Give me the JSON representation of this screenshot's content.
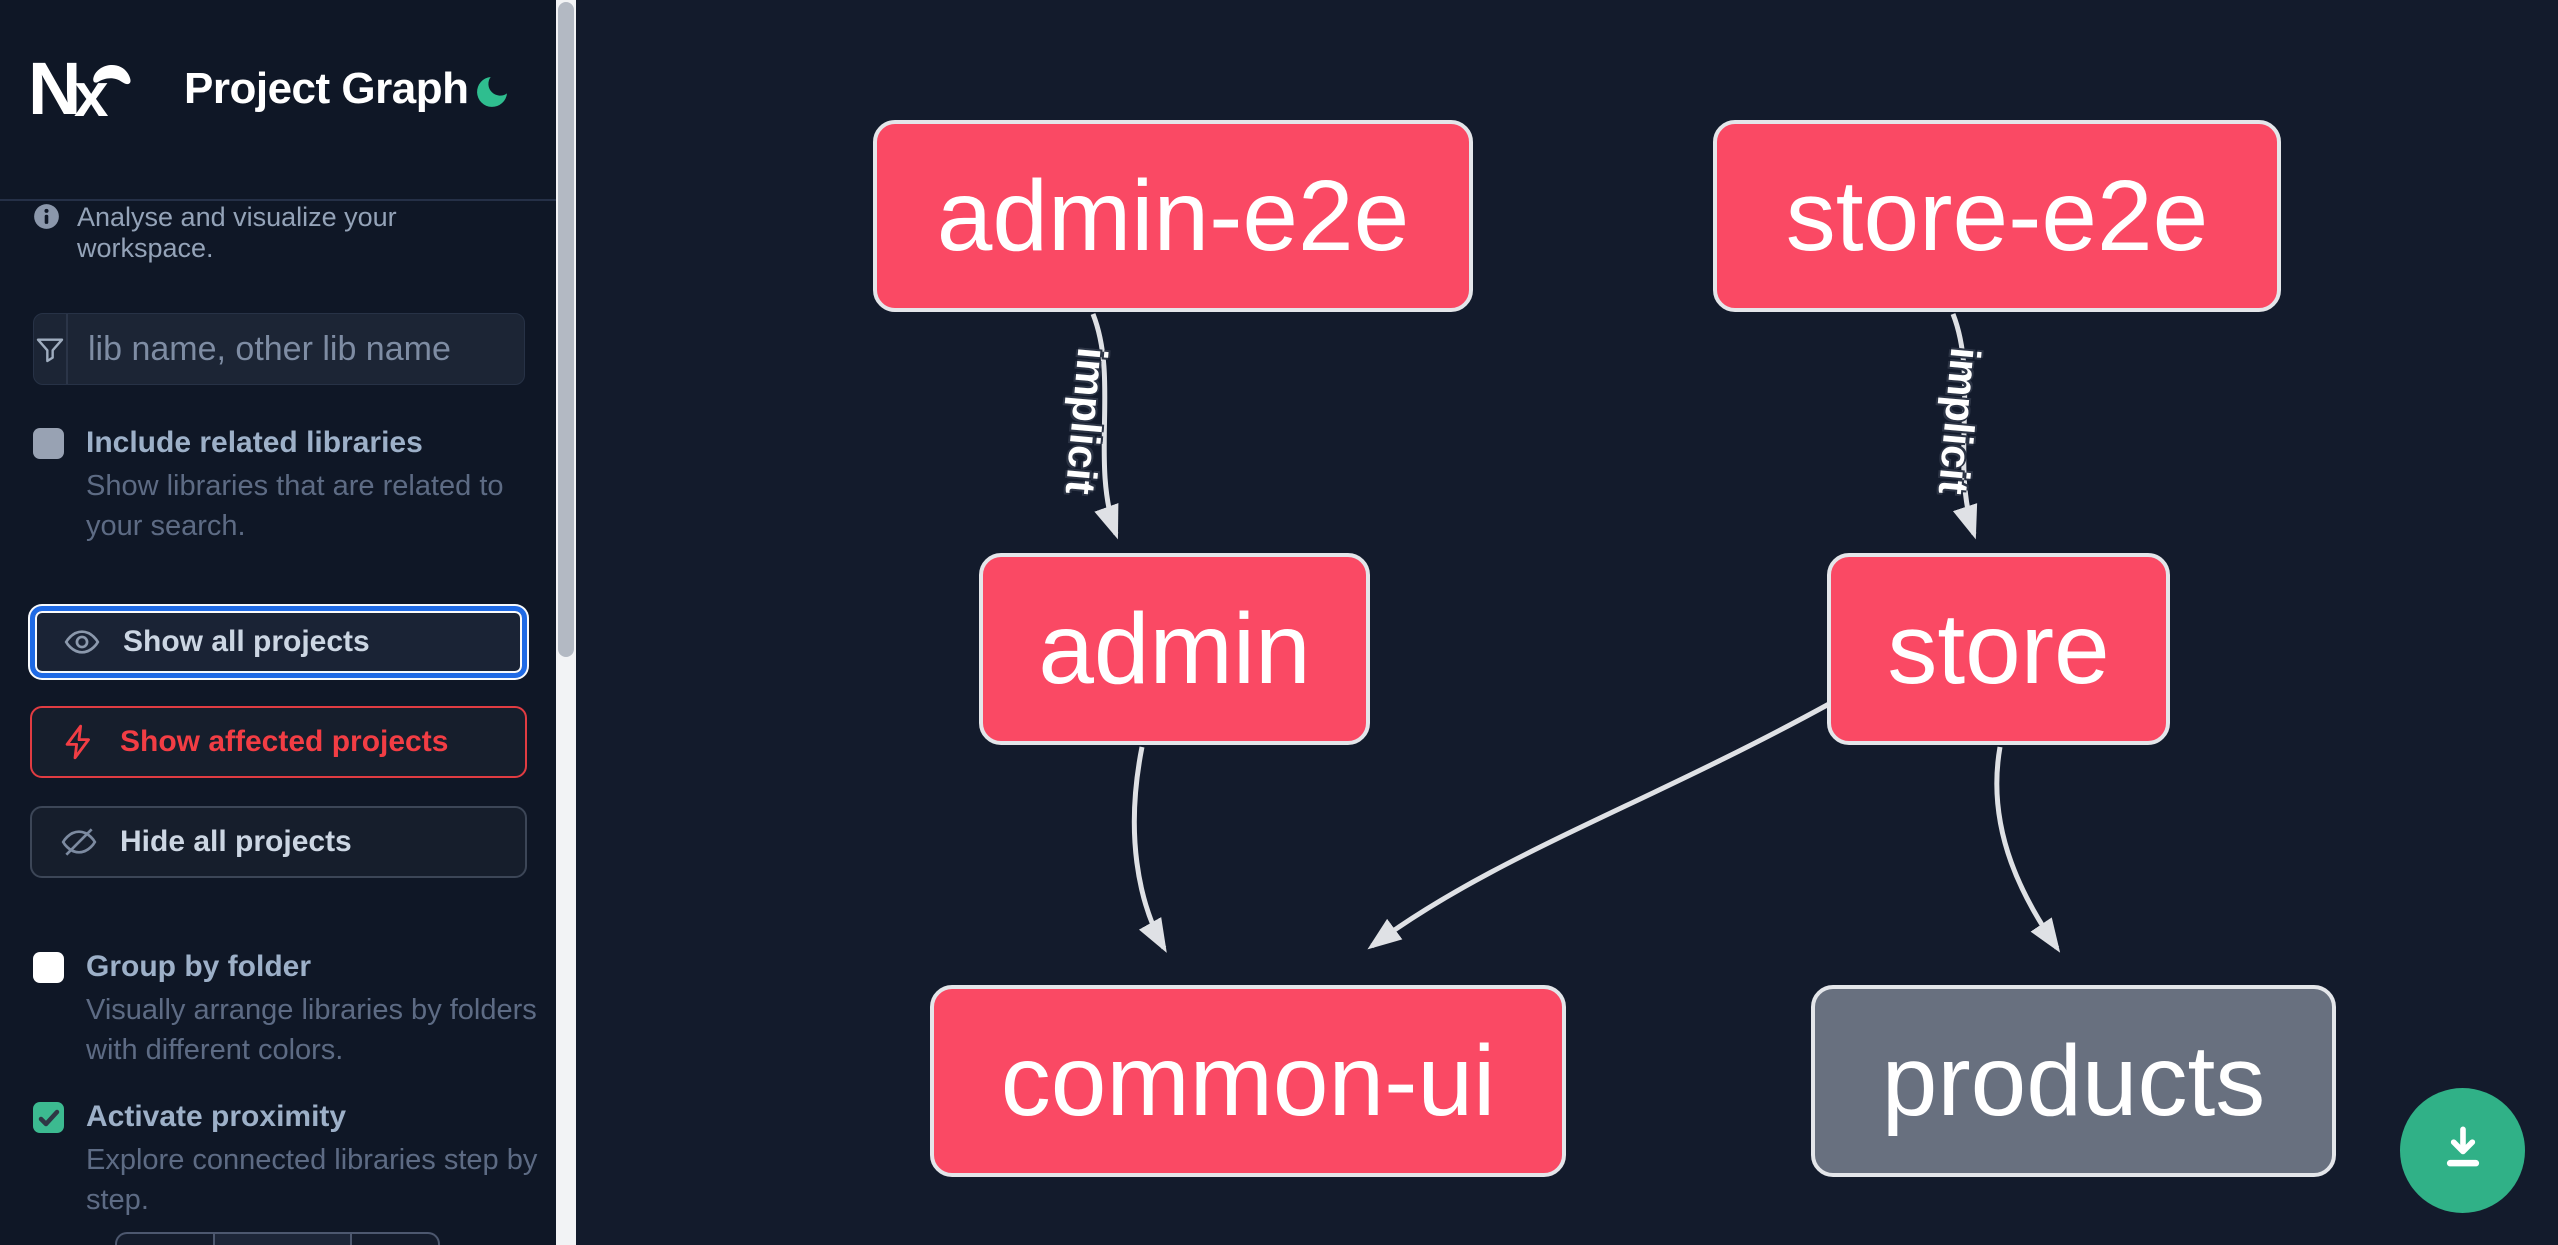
{
  "app": {
    "name": "Nx",
    "title": "Project Graph"
  },
  "sidebar": {
    "info_text": "Analyse and visualize your workspace.",
    "search": {
      "placeholder": "lib name, other lib name",
      "value": ""
    },
    "options": [
      {
        "label": "Include related libraries",
        "description": "Show libraries that are related to your search.",
        "checked": false
      },
      {
        "label": "Group by folder",
        "description": "Visually arrange libraries by folders with different colors.",
        "checked": false
      },
      {
        "label": "Activate proximity",
        "description": "Explore connected libraries step by step.",
        "checked": true
      }
    ],
    "buttons": [
      {
        "label": "Show all projects",
        "icon": "eye-icon",
        "state": "focused"
      },
      {
        "label": "Show affected projects",
        "icon": "bolt-icon",
        "state": "affected"
      },
      {
        "label": "Hide all projects",
        "icon": "eye-off-icon",
        "state": "default"
      }
    ]
  },
  "graph": {
    "nodes": [
      {
        "id": "admin-e2e",
        "label": "admin-e2e",
        "type": "affected"
      },
      {
        "id": "store-e2e",
        "label": "store-e2e",
        "type": "affected"
      },
      {
        "id": "admin",
        "label": "admin",
        "type": "affected"
      },
      {
        "id": "store",
        "label": "store",
        "type": "affected"
      },
      {
        "id": "common-ui",
        "label": "common-ui",
        "type": "affected"
      },
      {
        "id": "products",
        "label": "products",
        "type": "default"
      }
    ],
    "edges": [
      {
        "source": "admin-e2e",
        "target": "admin",
        "label": "implicit"
      },
      {
        "source": "store-e2e",
        "target": "store",
        "label": "implicit"
      },
      {
        "source": "admin",
        "target": "common-ui",
        "label": ""
      },
      {
        "source": "store",
        "target": "common-ui",
        "label": ""
      },
      {
        "source": "store",
        "target": "products",
        "label": ""
      }
    ]
  },
  "fab": {
    "icon": "download-icon"
  },
  "colors": {
    "accent_green": "#30b187",
    "node_affected": "#fa4964",
    "node_default": "#68707f",
    "edge": "#dfe1e5",
    "focus_blue": "#1f6ae5",
    "affected_red": "#f23d44",
    "moon_green": "#2fbe8f"
  }
}
